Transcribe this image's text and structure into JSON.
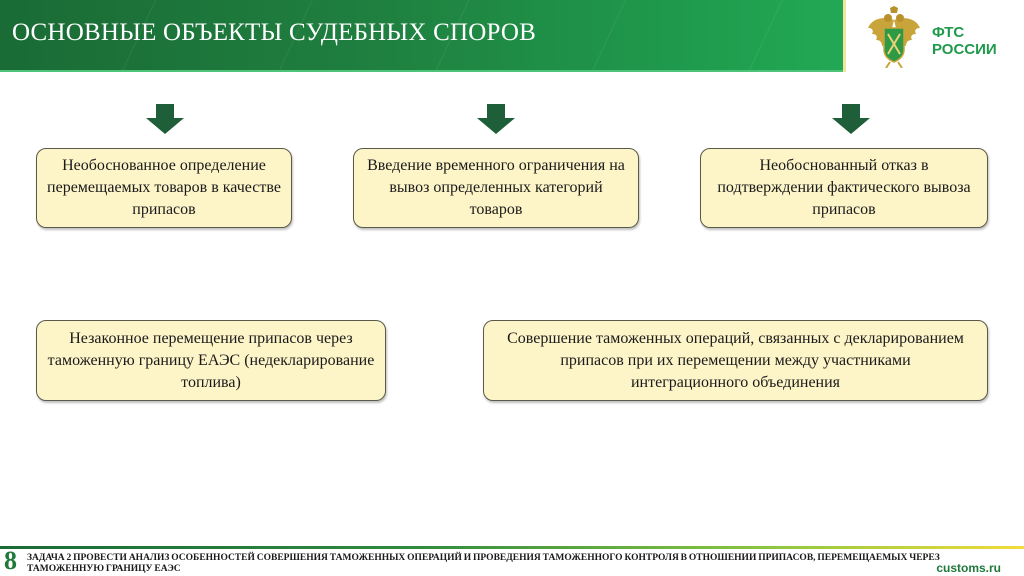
{
  "header": {
    "title": "ОСНОВНЫЕ ОБЪЕКТЫ СУДЕБНЫХ СПОРОВ",
    "logo": {
      "icon": "double-headed-eagle-emblem-icon",
      "line1": "ФТС",
      "line2": "РОССИИ"
    }
  },
  "colors": {
    "header_green": "#1f8040",
    "arrow_green": "#1e5e38",
    "box_fill": "#fdf4c8",
    "box_border": "#5a5a4a",
    "logo_green": "#1e9a4a"
  },
  "diagram": {
    "arrows": [
      {
        "icon": "down-arrow-icon"
      },
      {
        "icon": "down-arrow-icon"
      },
      {
        "icon": "down-arrow-icon"
      }
    ],
    "top_boxes": [
      {
        "text": "Необоснованное определение перемещаемых товаров в качестве припасов"
      },
      {
        "text": "Введение временного ограничения на вывоз определенных категорий товаров"
      },
      {
        "text": "Необоснованный отказ в подтверждении фактического вывоза припасов"
      }
    ],
    "bottom_boxes": [
      {
        "text": "Незаконное перемещение припасов через таможенную границу ЕАЭС (недекларирование топлива)"
      },
      {
        "text": "Совершение таможенных операций, связанных с декларированием припасов при их перемещении между участниками интеграционного объединения"
      }
    ]
  },
  "footer": {
    "page_number": "8",
    "text": "ЗАДАЧА 2 ПРОВЕСТИ АНАЛИЗ ОСОБЕННОСТЕЙ СОВЕРШЕНИЯ ТАМОЖЕННЫХ ОПЕРАЦИЙ И ПРОВЕДЕНИЯ ТАМОЖЕННОГО КОНТРОЛЯ В ОТНОШЕНИИ ПРИПАСОВ, ПЕРЕМЕЩАЕМЫХ ЧЕРЕЗ ТАМОЖЕННУЮ ГРАНИЦУ ЕАЭС",
    "site": "customs.ru"
  }
}
